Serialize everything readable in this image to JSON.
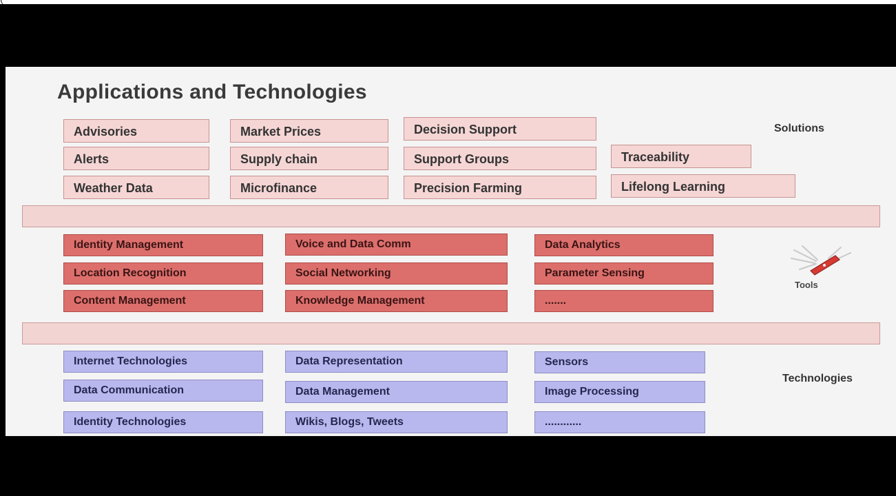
{
  "slide": {
    "title": "Applications and Technologies",
    "top_text": "(",
    "labels": {
      "solutions": "Solutions",
      "tools": "Tools",
      "technologies": "Technologies"
    },
    "solutions": [
      "Advisories",
      "Market Prices",
      "Decision Support",
      "Alerts",
      "Supply chain",
      "Support Groups",
      "Traceability",
      "Weather Data",
      "Microfinance",
      "Precision Farming",
      "Lifelong Learning"
    ],
    "tools": [
      "Identity Management",
      "Voice and Data Comm",
      "Data Analytics",
      "Location Recognition",
      "Social Networking",
      "Parameter Sensing",
      "Content Management",
      "Knowledge Management",
      "......."
    ],
    "technologies": [
      "Internet Technologies",
      "Data Representation",
      "Sensors",
      "Data Communication",
      "Data Management",
      "Image Processing",
      "Identity Technologies",
      "Wikis, Blogs, Tweets",
      "............"
    ],
    "colors": {
      "solution_fill": "#f5d6d5",
      "tool_fill": "#dc6f6c",
      "technology_fill": "#b9b8ee",
      "band_fill": "#f2d4d2"
    },
    "icons": [
      "swiss-army-knife-icon"
    ]
  }
}
